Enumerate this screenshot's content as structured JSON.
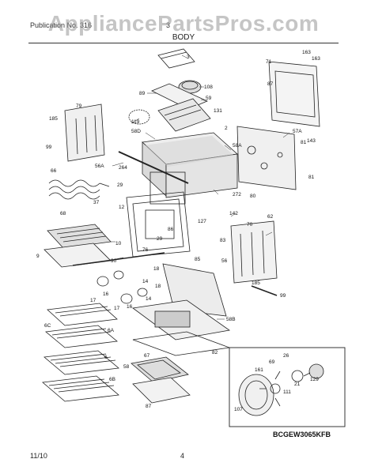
{
  "watermark": "AppliancePartsPros.com",
  "header": {
    "left": "Publication No. 316",
    "middle": "3",
    "title": "BODY"
  },
  "footer": {
    "date": "11/10",
    "page": "4"
  },
  "diagram_code": "BCGEW3065KFB",
  "callouts": {
    "c3": "3",
    "c163a": "163",
    "c163b": "163",
    "c71": "71",
    "c87a": "87",
    "c89": "89",
    "c108": "108",
    "c59": "59",
    "c131": "131",
    "c119": "119",
    "c79": "79",
    "c185a": "185",
    "c58d": "58D",
    "c2": "2",
    "c58a": "58A",
    "c57a": "57A",
    "c81a": "81",
    "c143": "143",
    "c99a": "99",
    "c81b": "81",
    "c66": "66",
    "c56a": "56A",
    "c264": "264",
    "c272": "272",
    "c80": "80",
    "c29a": "29",
    "c12": "12",
    "c68": "68",
    "c37": "37",
    "c127": "127",
    "c142": "142",
    "c62": "62",
    "c86": "86",
    "c29b": "29",
    "c83": "83",
    "c70": "70",
    "c10": "10",
    "c76": "76",
    "c9": "9",
    "c85": "85",
    "c90": "90",
    "c56": "56",
    "c18a": "18",
    "c14a": "14",
    "c18b": "18",
    "c14b": "14",
    "c185b": "185",
    "c17a": "17",
    "c16a": "16",
    "c17b": "17",
    "c16b": "16",
    "c99b": "99",
    "c58b": "58B",
    "c6c": "6C",
    "c6a": "6A",
    "c82": "82",
    "c6": "6",
    "c67": "67",
    "c26": "26",
    "c58": "58",
    "c161": "161",
    "c6b": "6B",
    "c69": "69",
    "c21": "21",
    "c129": "129",
    "c111": "111",
    "c87b": "87",
    "c107": "107"
  }
}
